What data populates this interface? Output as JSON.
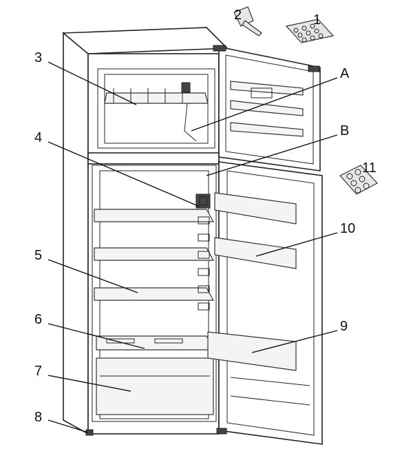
{
  "labels": {
    "l1": "1",
    "l2": "2",
    "l3": "3",
    "l4": "4",
    "l5": "5",
    "l6": "6",
    "l7": "7",
    "l8": "8",
    "l9": "9",
    "l10": "10",
    "l11": "11",
    "lA": "A",
    "lB": "B"
  },
  "colors": {
    "line": "#111111",
    "fill": "#ffffff",
    "accent": "#e6e6e6"
  }
}
